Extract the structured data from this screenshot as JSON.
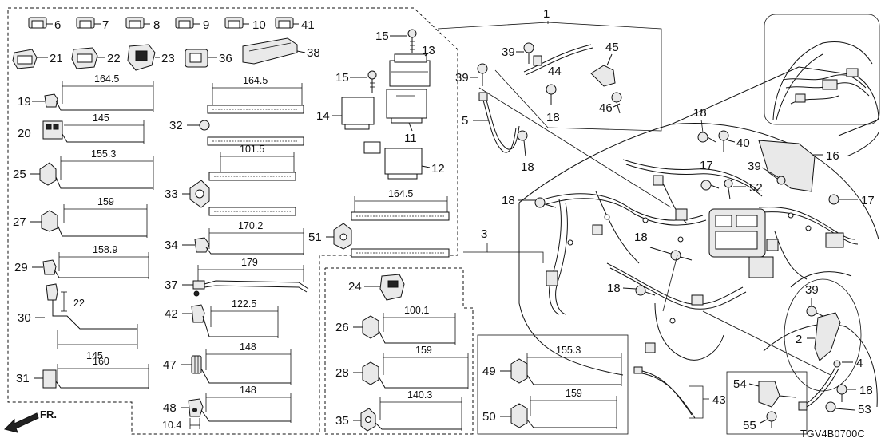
{
  "diagram": {
    "code": "TGV4B0700C",
    "direction_label": "FR.",
    "clip_labels": [
      "6",
      "7",
      "8",
      "9",
      "10",
      "41",
      "21",
      "22",
      "23",
      "36",
      "38"
    ],
    "band_clips": [
      {
        "ref": "19",
        "dim": "164.5"
      },
      {
        "ref": "20",
        "dim": "145"
      },
      {
        "ref": "25",
        "dim": "155.3"
      },
      {
        "ref": "27",
        "dim": "159"
      },
      {
        "ref": "29",
        "dim": "158.9"
      },
      {
        "ref": "30",
        "dim": "145",
        "dim2": "22"
      },
      {
        "ref": "31",
        "dim": "160"
      },
      {
        "ref": "32",
        "dim": "164.5"
      },
      {
        "ref": "33",
        "dim": "101.5"
      },
      {
        "ref": "34",
        "dim": "170.2"
      },
      {
        "ref": "37",
        "dim": "179"
      },
      {
        "ref": "42",
        "dim": "122.5"
      },
      {
        "ref": "47",
        "dim": "148"
      },
      {
        "ref": "48",
        "dim": "148",
        "dim2": "10.4"
      },
      {
        "ref": "51",
        "dim": "164.5"
      },
      {
        "ref": "26",
        "dim": "100.1"
      },
      {
        "ref": "28",
        "dim": "159"
      },
      {
        "ref": "35",
        "dim": "140.3"
      },
      {
        "ref": "49",
        "dim": "155.3"
      },
      {
        "ref": "50",
        "dim": "159"
      }
    ],
    "units": [
      "15",
      "15",
      "13",
      "14",
      "11",
      "12",
      "24"
    ],
    "callouts": [
      "1",
      "39",
      "44",
      "45",
      "18",
      "46",
      "39",
      "5",
      "18",
      "18",
      "40",
      "16",
      "17",
      "39",
      "52",
      "17",
      "18",
      "18",
      "18",
      "3",
      "39",
      "2",
      "4",
      "18",
      "54",
      "53",
      "55",
      "43"
    ]
  }
}
